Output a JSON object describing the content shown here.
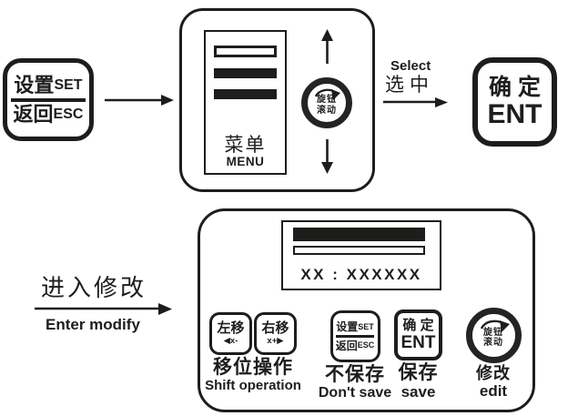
{
  "colors": {
    "ink": "#1d1d1b",
    "background": "#ffffff",
    "knob_ring": "#242424"
  },
  "icons": {
    "flow_arrow": "right-arrow",
    "select_arrow": "right-arrow",
    "enter_modify_arrow": "right-arrow",
    "scroll_up": "up-arrow",
    "scroll_down": "down-arrow",
    "knob_rotation": "clockwise-arc-arrow"
  },
  "top_flow": {
    "set_esc_button": {
      "row1_cn": "设置",
      "row1_en": "SET",
      "row2_cn": "返回",
      "row2_en": "ESC"
    },
    "menu_panel": {
      "label_cn": "菜单",
      "label_en": "MENU",
      "knob": {
        "line1": "旋钮",
        "line2": "滚动"
      }
    },
    "select_label": {
      "en": "Select",
      "cn": "选中"
    },
    "ent_button": {
      "cn": "确 定",
      "en": "ENT"
    }
  },
  "bottom_flow": {
    "enter_modify": {
      "cn": "进入修改",
      "en": "Enter modify"
    },
    "edit_panel": {
      "display": {
        "value": "XX : XXXXXX"
      },
      "shift_group": {
        "left_button": {
          "label": "左移",
          "sub": "◀x-"
        },
        "right_button": {
          "label": "右移",
          "sub": "x+▶"
        },
        "caption_cn": "移位操作",
        "caption_en": "Shift operation"
      },
      "dont_save_group": {
        "button": {
          "row1_cn": "设置",
          "row1_en": "SET",
          "row2_cn": "返回",
          "row2_en": "ESC"
        },
        "caption_cn": "不保存",
        "caption_en": "Don't save"
      },
      "save_group": {
        "button": {
          "cn": "确 定",
          "en": "ENT"
        },
        "caption_cn": "保存",
        "caption_en": "save"
      },
      "edit_group": {
        "knob": {
          "line1": "旋钮",
          "line2": "滚动"
        },
        "caption_cn": "修改",
        "caption_en": "edit"
      }
    }
  }
}
